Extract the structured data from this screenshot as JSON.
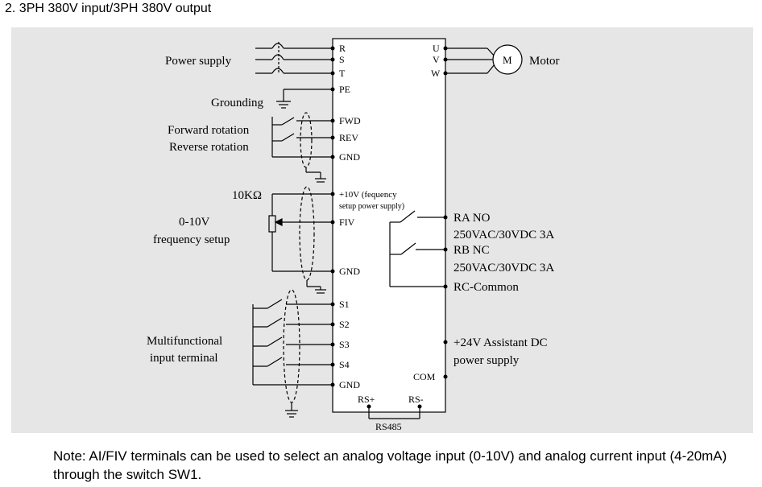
{
  "heading": "2. 3PH 380V input/3PH 380V output",
  "labels": {
    "power_supply": "Power supply",
    "grounding": "Grounding",
    "forward_rotation": "Forward rotation",
    "reverse_rotation": "Reverse rotation",
    "resistor": "10KΩ",
    "v0_10": "0-10V",
    "freq_setup": "frequency setup",
    "multi_1": "Multifunctional",
    "multi_2": "input terminal",
    "motor": "Motor",
    "motor_symbol": "M"
  },
  "terminals": {
    "R": "R",
    "S": "S",
    "T": "T",
    "PE": "PE",
    "FWD": "FWD",
    "REV": "REV",
    "GND1": "GND",
    "p10v": "+10V (fequency",
    "p10v_2": "setup power supply)",
    "FIV": "FIV",
    "GND2": "GND",
    "S1": "S1",
    "S2": "S2",
    "S3": "S3",
    "S4": "S4",
    "GND3": "GND",
    "U": "U",
    "V": "V",
    "W": "W",
    "COM": "COM",
    "RSp": "RS+",
    "RSm": "RS-",
    "RS485": "RS485"
  },
  "relay": {
    "ra": "RA  NO",
    "ra_rating": "250VAC/30VDC 3A",
    "rb": "RB  NC",
    "rb_rating": "250VAC/30VDC 3A",
    "rc": "RC-Common",
    "p24_1": "+24V Assistant DC",
    "p24_2": "power supply"
  },
  "note": "Note: AI/FIV terminals can be used to select an analog voltage input (0-10V) and analog current input (4-20mA) through the switch SW1."
}
